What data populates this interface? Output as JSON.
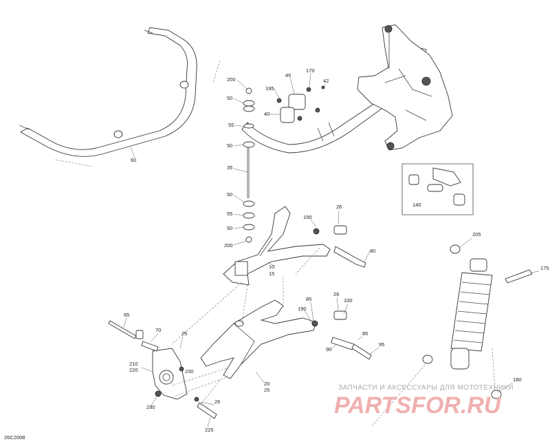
{
  "drawing_code": "26C2008",
  "watermark": {
    "line1": "ЗАПЧАСТИ И АКСЕССУАРЫ ДЛЯ МОТОТЕХНИКИ",
    "line2": "PARTSFOR.RU",
    "color": "#f0b0b0"
  },
  "callouts": [
    {
      "id": "c200a",
      "text": "200"
    },
    {
      "id": "c50a",
      "text": "50"
    },
    {
      "id": "c195",
      "text": "195"
    },
    {
      "id": "c45",
      "text": "45"
    },
    {
      "id": "c170",
      "text": "170"
    },
    {
      "id": "c42",
      "text": "42"
    },
    {
      "id": "c40",
      "text": "40"
    },
    {
      "id": "c55a",
      "text": "55"
    },
    {
      "id": "c50b",
      "text": "50"
    },
    {
      "id": "c35",
      "text": "35"
    },
    {
      "id": "c50c",
      "text": "50"
    },
    {
      "id": "c55b",
      "text": "55"
    },
    {
      "id": "c50d",
      "text": "50"
    },
    {
      "id": "c200b",
      "text": "200"
    },
    {
      "id": "c60",
      "text": "60"
    },
    {
      "id": "c140",
      "text": "140"
    },
    {
      "id": "c190a",
      "text": "190"
    },
    {
      "id": "c26a",
      "text": "26"
    },
    {
      "id": "c80",
      "text": "80"
    },
    {
      "id": "c10",
      "text": "10"
    },
    {
      "id": "c15",
      "text": "15"
    },
    {
      "id": "c205",
      "text": "205"
    },
    {
      "id": "c175",
      "text": "175"
    },
    {
      "id": "c85a",
      "text": "85"
    },
    {
      "id": "c26b",
      "text": "26"
    },
    {
      "id": "c100",
      "text": "100"
    },
    {
      "id": "c190b",
      "text": "190"
    },
    {
      "id": "c65",
      "text": "65"
    },
    {
      "id": "c70",
      "text": "70"
    },
    {
      "id": "c25",
      "text": "25"
    },
    {
      "id": "c85b",
      "text": "85"
    },
    {
      "id": "c90",
      "text": "90"
    },
    {
      "id": "c95",
      "text": "95"
    },
    {
      "id": "c210",
      "text": "210"
    },
    {
      "id": "c220",
      "text": "220"
    },
    {
      "id": "c230a",
      "text": "230"
    },
    {
      "id": "c20",
      "text": "20"
    },
    {
      "id": "c25b",
      "text": "25"
    },
    {
      "id": "c180",
      "text": "180"
    },
    {
      "id": "c230b",
      "text": "230"
    },
    {
      "id": "c26c",
      "text": "26"
    },
    {
      "id": "c225",
      "text": "225"
    }
  ]
}
